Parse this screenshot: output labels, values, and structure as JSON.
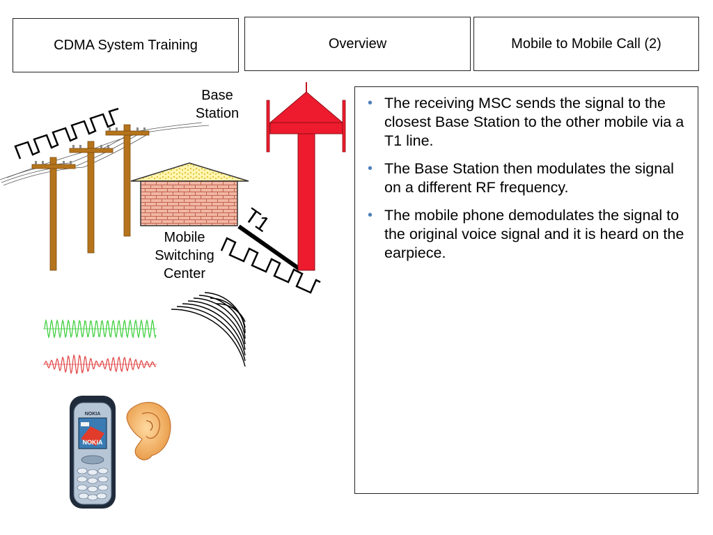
{
  "header": {
    "left_title": "CDMA System Training",
    "middle_title": "Overview",
    "right_title": "Mobile to Mobile Call (2)"
  },
  "diagram": {
    "base_station_label_line1": "Base",
    "base_station_label_line2": "Station",
    "msc_label_line1": "Mobile",
    "msc_label_line2": "Switching",
    "msc_label_line3": "Center",
    "link_label": "T1",
    "phone_brand": "NOKIA",
    "tower_color": "#ee1b2e",
    "pole_color": "#b5741c",
    "roof_color": "#f5e27a",
    "brick_color": "#f2b7a5",
    "carrier_wave_color": "#33cc33",
    "modulated_wave_color": "#e04040"
  },
  "bullets": [
    "The receiving MSC sends the signal to the closest Base Station to the other mobile via a T1 line.",
    "The Base Station then modulates the signal on a different RF frequency.",
    "The mobile phone demodulates the signal to the original voice signal and it is heard on the earpiece."
  ],
  "bullet_marker": "•"
}
